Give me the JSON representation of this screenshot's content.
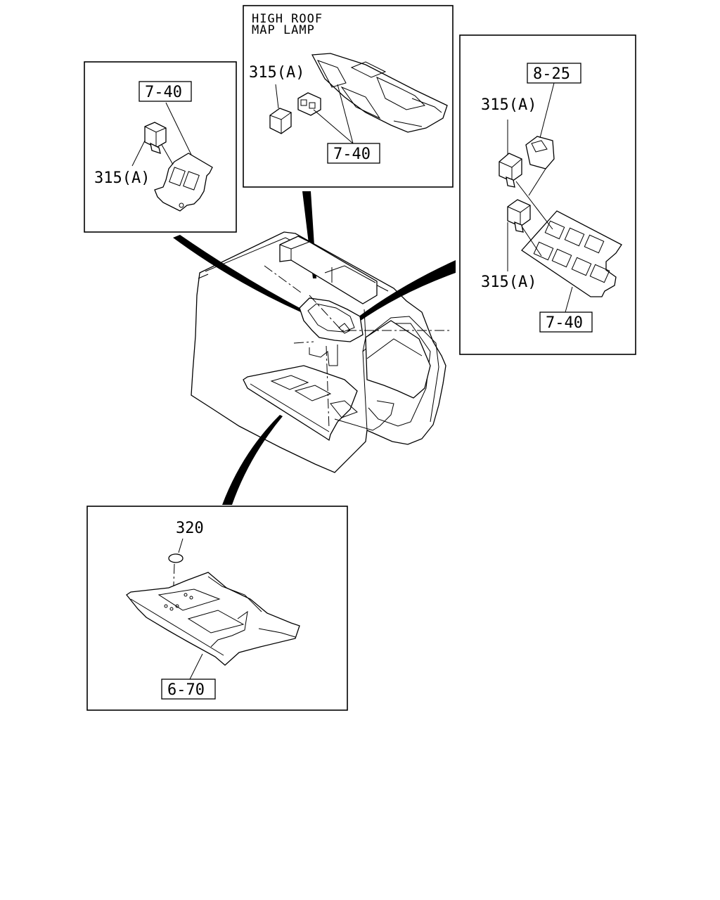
{
  "diagram": {
    "top_left_panel": {
      "ref_label": "7-40",
      "part_label": "315(A)"
    },
    "top_center_panel": {
      "title_line1": "HIGH ROOF",
      "title_line2": "MAP LAMP",
      "part_label": "315(A)",
      "ref_label": "7-40"
    },
    "right_panel": {
      "ref_label_top": "8-25",
      "part_label_upper": "315(A)",
      "part_label_lower": "315(A)",
      "ref_label_bottom": "7-40"
    },
    "bottom_panel": {
      "part_label": "320",
      "ref_label": "6-70"
    }
  }
}
